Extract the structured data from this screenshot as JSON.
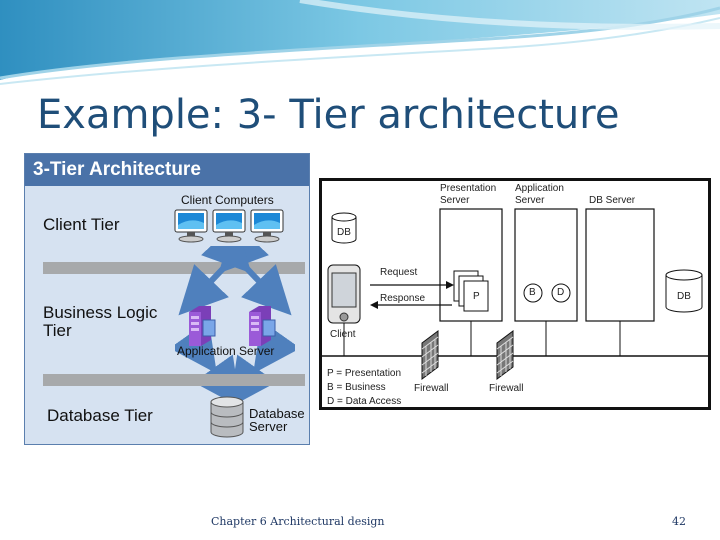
{
  "slide": {
    "title": "Example: 3- Tier architecture",
    "footer_left": "Chapter 6 Architectural design",
    "footer_right": "42"
  },
  "left_panel": {
    "header": "3-Tier Architecture",
    "client_tier": "Client Tier",
    "client_computers": "Client Computers",
    "business_tier_line1": "Business Logic",
    "business_tier_line2": "Tier",
    "application_server": "Application Server",
    "database_tier": "Database Tier",
    "database_server_line1": "Database",
    "database_server_line2": "Server"
  },
  "right_diagram": {
    "presentation_server_line1": "Presentation",
    "presentation_server_line2": "Server",
    "application_server_line1": "Application",
    "application_server_line2": "Server",
    "db_server": "DB Server",
    "db_client": "DB",
    "db_server_node": "DB",
    "request": "Request",
    "response": "Response",
    "client": "Client",
    "p_box": "P",
    "b_node": "B",
    "d_node": "D",
    "firewall_1": "Firewall",
    "firewall_2": "Firewall",
    "legend_p": "P = Presentation",
    "legend_b": "B = Business",
    "legend_d": "D = Data Access"
  },
  "colors": {
    "title": "#1f4e79",
    "panel_header": "#4a72a8",
    "panel_bg": "#d6e2f1",
    "arrow": "#4f80bd",
    "wave": "#5fb3d6"
  }
}
